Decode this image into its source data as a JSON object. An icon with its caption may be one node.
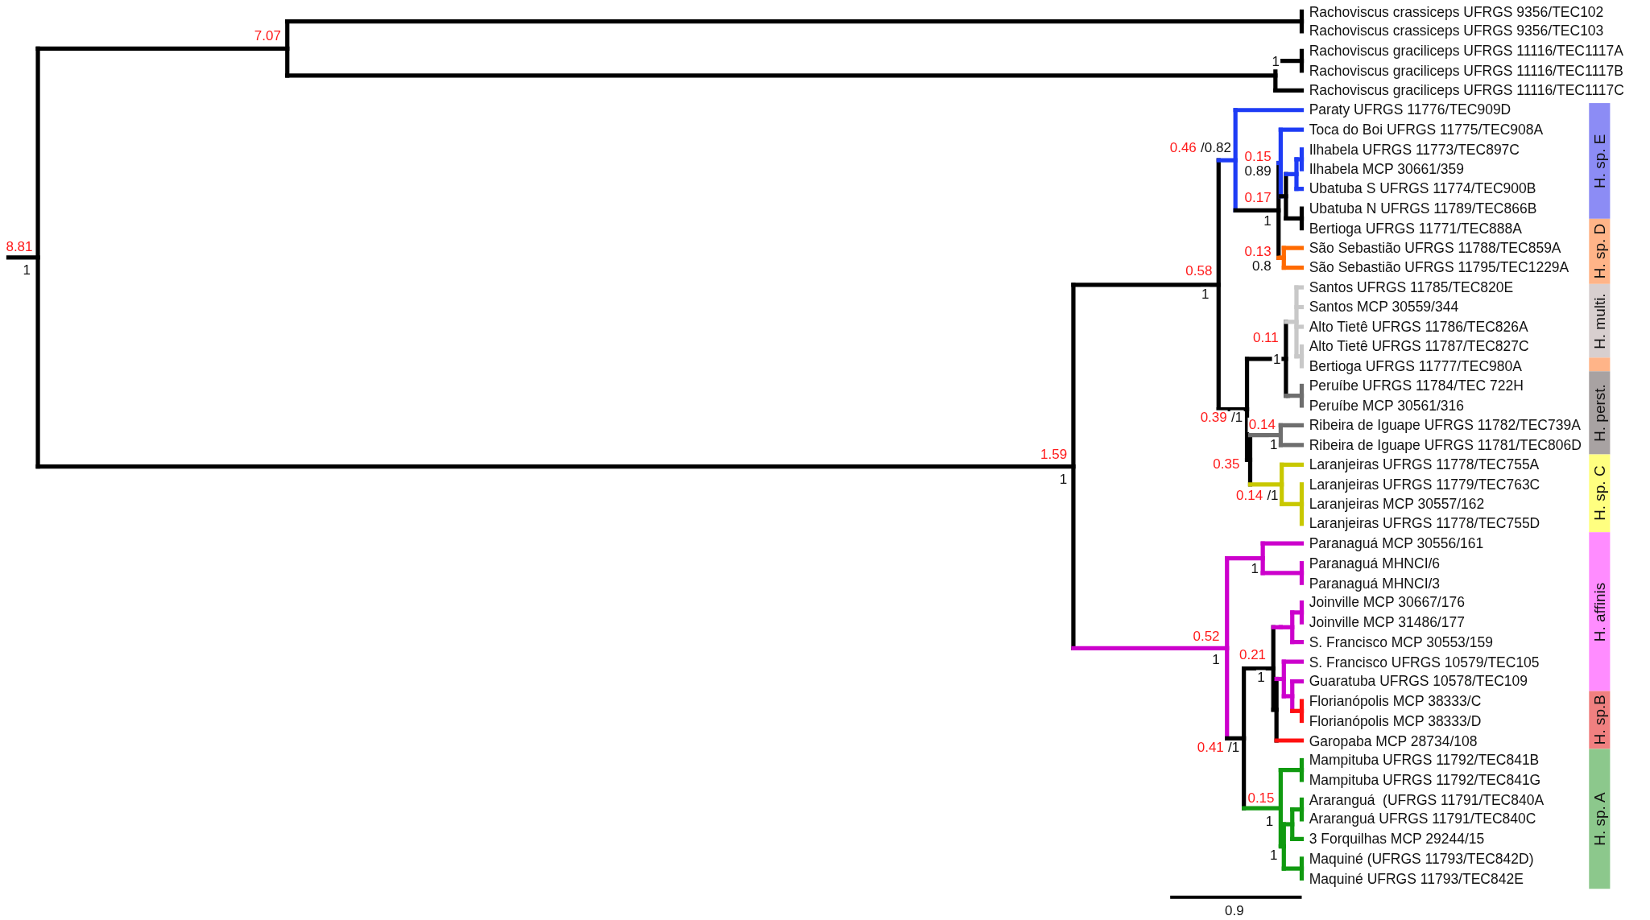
{
  "diagram": {
    "nodes": [
      {
        "text": [
          "H. sp. E"
        ]
      },
      {
        "text": [
          "H. sp. D"
        ]
      },
      {
        "text": [
          "H. multi."
        ]
      },
      {
        "text": [],
        "shape": "bar"
      },
      {
        "text": [
          "H. perst."
        ]
      },
      {
        "text": [
          "H. sp. C"
        ]
      },
      {
        "text": [
          "H. affinis"
        ]
      },
      {
        "text": [
          "H. sp.B"
        ]
      },
      {
        "text": [
          "H. sp. A"
        ]
      }
    ],
    "labels": [
      "Rachoviscus crassiceps UFRGS 9356/TEC102",
      "Rachoviscus crassiceps UFRGS 9356/TEC103",
      "Rachoviscus graciliceps UFRGS 11116/TEC1117A",
      "Rachoviscus graciliceps UFRGS 11116/TEC1117B",
      "Rachoviscus graciliceps UFRGS 11116/TEC1117C",
      "Paraty UFRGS 11776/TEC909D",
      "Toca do Boi UFRGS 11775/TEC908A",
      "Ilhabela UFRGS 11773/TEC897C",
      "Ilhabela MCP 30661/359",
      "Ubatuba S UFRGS 11774/TEC900B",
      "Ubatuba N UFRGS 11789/TEC866B",
      "Bertioga UFRGS 11771/TEC888A",
      "São Sebastião UFRGS 11788/TEC859A",
      "São Sebastião UFRGS 11795/TEC1229A",
      "Santos UFRGS 11785/TEC820E",
      "Santos MCP 30559/344",
      "Alto Tietê UFRGS 11786/TEC826A",
      "Alto Tietê UFRGS 11787/TEC827C",
      "Bertioga UFRGS 11777/TEC980A",
      "Peruíbe UFRGS 11784/TEC 722H",
      "Peruíbe MCP 30561/316",
      "Ribeira de Iguape UFRGS 11782/TEC739A",
      "Ribeira de Iguape UFRGS 11781/TEC806D",
      "Laranjeiras UFRGS 11778/TEC755A",
      "Laranjeiras UFRGS 11779/TEC763C",
      "Laranjeiras MCP 30557/162",
      "Laranjeiras UFRGS 11778/TEC755D",
      "Paranaguá MCP 30556/161",
      "Paranaguá MHNCI/6",
      "Paranaguá MHNCI/3",
      "Joinville MCP 30667/176",
      "Joinville MCP 31486/177",
      "S. Francisco MCP 30553/159",
      "S. Francisco UFRGS 10579/TEC105",
      "Guaratuba UFRGS 10578/TEC109",
      "Florianópolis MCP 38333/C",
      "Florianópolis MCP 38333/D",
      "Garopaba MCP 28734/108",
      "Mampituba UFRGS 11792/TEC841B",
      "Mampituba UFRGS 11792/TEC841G",
      "Araranguá  (UFRGS 11791/TEC840A",
      "Araranguá UFRGS 11791/TEC840C",
      "3 Forquilhas MCP 29244/15",
      "Maquiné (UFRGS 11793/TEC842D)",
      "Maquiné UFRGS 11793/TEC842E",
      "7.07",
      "1",
      "0.46",
      "/0.82",
      "0.15",
      "0.89",
      "0.17",
      "1",
      "8.81",
      "1",
      "0.13",
      "0.8",
      "0.58",
      "1",
      "0.11",
      "1",
      "0.39",
      "/1",
      "0.14",
      "1",
      "1.59",
      "0.35",
      "1",
      "0.14",
      "/1",
      "1",
      "0.52",
      "0.21",
      "1",
      "1",
      "0.41",
      "/1",
      "0.15",
      "1",
      "1",
      "0.9"
    ]
  }
}
